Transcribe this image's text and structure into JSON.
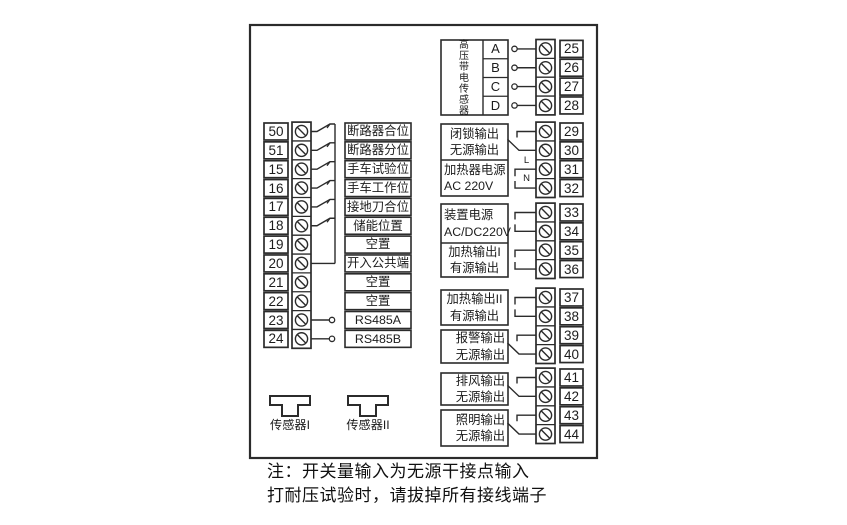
{
  "diagram": {
    "note_line1": "注：开关量输入为无源干接点输入",
    "note_line2": "打耐压试验时，请拔掉所有接线端子"
  },
  "left_block": {
    "rows": [
      {
        "num": "50",
        "label": "断路器合位",
        "type": "contact"
      },
      {
        "num": "51",
        "label": "断路器分位",
        "type": "contact"
      },
      {
        "num": "15",
        "label": "手车试验位",
        "type": "contact"
      },
      {
        "num": "16",
        "label": "手车工作位",
        "type": "contact"
      },
      {
        "num": "17",
        "label": "接地刀合位",
        "type": "contact"
      },
      {
        "num": "18",
        "label": "储能位置",
        "type": "contact"
      },
      {
        "num": "19",
        "label": "空置",
        "type": "none"
      },
      {
        "num": "20",
        "label": "开入公共端",
        "type": "common"
      },
      {
        "num": "21",
        "label": "空置",
        "type": "none"
      },
      {
        "num": "22",
        "label": "空置",
        "type": "none"
      },
      {
        "num": "23",
        "label": "RS485A",
        "type": "node"
      },
      {
        "num": "24",
        "label": "RS485B",
        "type": "node"
      }
    ]
  },
  "hv_sensor": {
    "title": "高压带电传感器",
    "phases": [
      "A",
      "B",
      "C",
      "D"
    ],
    "terminals": [
      "25",
      "26",
      "27",
      "28"
    ]
  },
  "right_groups": [
    {
      "line1": "闭锁输出",
      "line2": "无源输出",
      "terminals": [
        "29",
        "30"
      ],
      "type": "contact",
      "align": "center"
    },
    {
      "line1": "加热器电源",
      "line2": "AC 220V",
      "terminals": [
        "31",
        "32"
      ],
      "type": "power",
      "align": "left",
      "pin1": "L",
      "pin2": "N"
    },
    {
      "line1": "装置电源",
      "line2": "AC/DC220V",
      "terminals": [
        "33",
        "34"
      ],
      "type": "power",
      "align": "left"
    },
    {
      "line1": "加热输出I",
      "line2": "有源输出",
      "terminals": [
        "35",
        "36"
      ],
      "type": "power",
      "align": "center"
    },
    {
      "line1": "加热输出II",
      "line2": "有源输出",
      "terminals": [
        "37",
        "38"
      ],
      "type": "power",
      "align": "center"
    },
    {
      "line1": "报警输出",
      "line2": "无源输出",
      "terminals": [
        "39",
        "40"
      ],
      "type": "contact",
      "align": "right"
    },
    {
      "line1": "排风输出",
      "line2": "无源输出",
      "terminals": [
        "41",
        "42"
      ],
      "type": "contact",
      "align": "right"
    },
    {
      "line1": "照明输出",
      "line2": "无源输出",
      "terminals": [
        "43",
        "44"
      ],
      "type": "contact",
      "align": "right"
    }
  ],
  "sensors": [
    {
      "label": "传感器I"
    },
    {
      "label": "传感器II"
    }
  ],
  "colors": {
    "line": "#2b2b2b",
    "text": "#1c1c1c",
    "background": "#ffffff"
  }
}
